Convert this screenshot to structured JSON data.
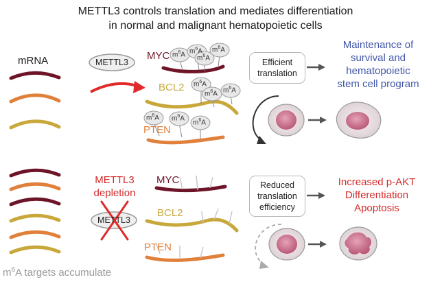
{
  "title": {
    "line1": "METTL3 controls translation and mediates differentiation",
    "line2": "in normal and malignant hematopoietic cells"
  },
  "top": {
    "mrna_label": "mRNA",
    "enzyme_label": "METTL3",
    "genes": {
      "myc": "MYC",
      "bcl2": "BCL2",
      "pten": "PTEN"
    },
    "mark_base": "m",
    "mark_sup": "6",
    "mark_tail": "A",
    "box": {
      "line1": "Efficient",
      "line2": "translation"
    },
    "outcome": [
      "Maintenance of",
      "survival and",
      "hematopoietic",
      "stem cell program"
    ]
  },
  "bottom": {
    "depletion": [
      "METTL3",
      "depletion"
    ],
    "enzyme_label": "METTL3",
    "genes": {
      "myc": "MYC",
      "bcl2": "BCL2",
      "pten": "PTEN"
    },
    "box": {
      "line1": "Reduced",
      "line2": "translation",
      "line3": "efficiency"
    },
    "outcome": [
      "Increased p-AKT",
      "Differentiation",
      "Apoptosis"
    ],
    "caption_pre": "m",
    "caption_sup": "6",
    "caption_post": "A targets accumulate"
  },
  "colors": {
    "myc": "#6e1428",
    "bcl2": "#c8a83a",
    "pten": "#e0803a",
    "accent_red": "#e02a2a",
    "outcome_blue": "#4055a8",
    "outcome_red": "#d42b2b",
    "cell": "#c86d88"
  },
  "icons": [
    "m6a-balloon-icon",
    "arrow-right-icon",
    "curved-red-arrow-icon",
    "cycle-arrow-icon",
    "cell-icon",
    "cross-icon"
  ]
}
